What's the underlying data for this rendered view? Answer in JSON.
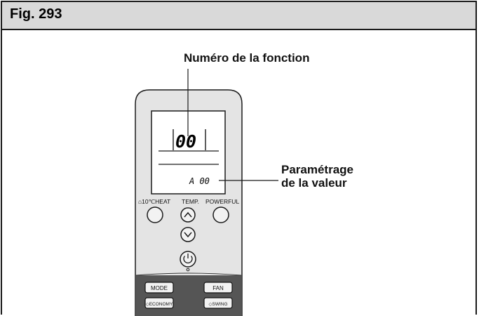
{
  "figure": {
    "title": "Fig. 293"
  },
  "callouts": {
    "function_number": "Numéro de la fonction",
    "value_setting_line1": "Paramétrage",
    "value_setting_line2": "de la valeur"
  },
  "lcd": {
    "function_digits": "00",
    "value_readout": "A 00"
  },
  "buttons": {
    "heat_label": "⌂10℃HEAT",
    "temp_label": "TEMP.",
    "powerful_label": "POWERFUL",
    "mode_label": "MODE",
    "fan_label": "FAN",
    "economy_label": "◇ECONOMY",
    "swing_label": "◇SWING"
  },
  "icons": {
    "temp_up": "chevron-up-icon",
    "temp_down": "chevron-down-icon",
    "power": "power-icon"
  }
}
